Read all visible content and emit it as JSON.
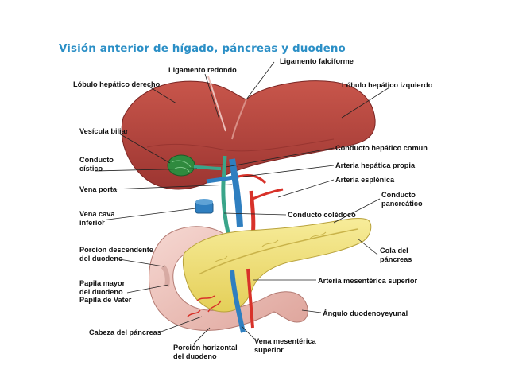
{
  "title": "Visión anterior de hígado, páncreas y duodeno",
  "labels": {
    "ligamento_falciforme": "Ligamento falciforme",
    "ligamento_redondo": "Ligamento redondo",
    "lobulo_derecho": "Lóbulo hepático derecho",
    "lobulo_izquierdo": "Lóbulo hepático izquierdo",
    "vesicula_biliar": "Vesícula biliar",
    "conducto_cistico": "Conducto\ncístico",
    "conducto_hepatico_comun": "Conducto hepático comun",
    "arteria_hepatica_propia": "Arteria hepática propia",
    "arteria_esplenica": "Arteria esplénica",
    "vena_porta": "Vena porta",
    "conducto_pancreatico": "Conducto\npancreático",
    "vena_cava_inferior": "Vena cava\ninferior",
    "conducto_coledoco": "Conducto colédoco",
    "porcion_descendente": "Porcion descendente\ndel duodeno",
    "cola_pancreas": "Cola del\npáncreas",
    "papila_mayor": "Papila mayor\ndel duodeno\nPapila de Vater",
    "arteria_mesenterica_superior": "Arteria mesentérica superior",
    "angulo_duodenoyeyunal": "Ángulo duodenoyeyunal",
    "cabeza_pancreas": "Cabeza del páncreas",
    "porcion_horizontal": "Porción horizontal\ndel duodeno",
    "vena_mesenterica_superior": "Vena mesentérica\nsuperior"
  },
  "colors": {
    "title": "#2b8fc6",
    "liver": "#b8473f",
    "liver_dark": "#8f2f2c",
    "pancreas": "#f1e27a",
    "duodenum": "#f2c7c0",
    "gallbladder": "#2f8a3e",
    "portal_vein": "#2f7fc0",
    "bile_duct": "#3aa58a",
    "artery": "#d8322a"
  }
}
